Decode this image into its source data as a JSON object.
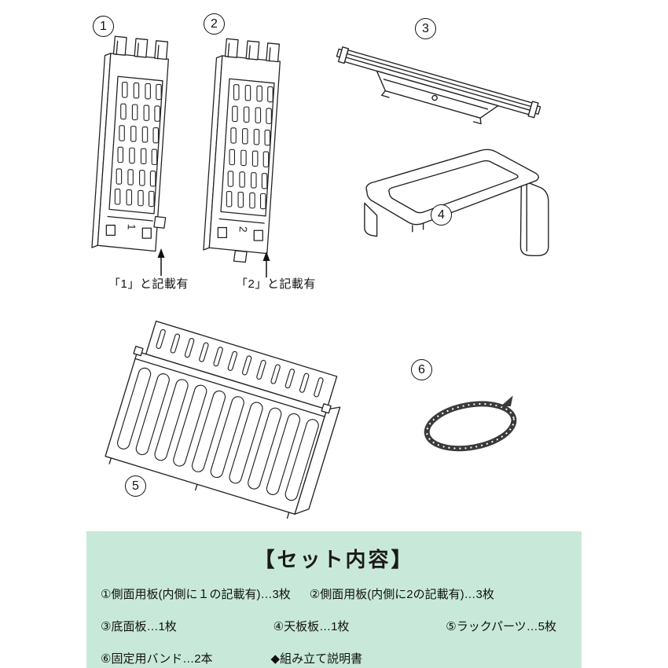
{
  "diagram": {
    "parts": [
      {
        "label": "1",
        "marking": "1",
        "caption": "「1」と記載有"
      },
      {
        "label": "2",
        "marking": "2",
        "caption": "「2」と記載有"
      },
      {
        "label": "3"
      },
      {
        "label": "4"
      },
      {
        "label": "5"
      },
      {
        "label": "6"
      }
    ]
  },
  "set_contents": {
    "title": "【セット内容】",
    "bg_color": "#c8e9d9",
    "rows": [
      [
        "①側面用板(内側に１の記載有)…3枚",
        "②側面用板(内側に2の記載有)…3枚"
      ],
      [
        "③底面板…1枚",
        "④天板板…1枚",
        "⑤ラックパーツ…5枚"
      ],
      [
        "⑥固定用バンド…2本",
        "◆組み立て説明書"
      ]
    ]
  }
}
